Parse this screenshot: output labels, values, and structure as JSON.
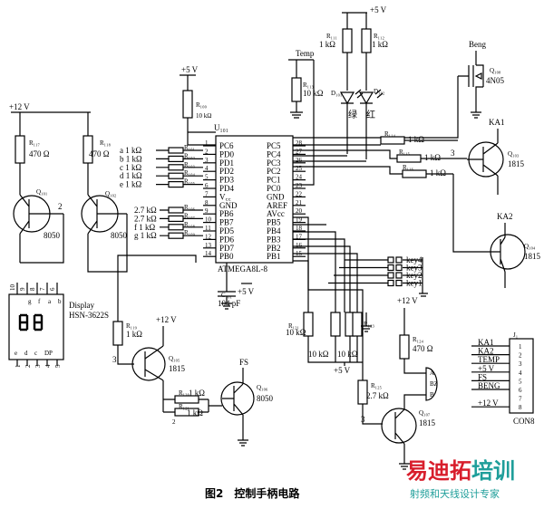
{
  "caption": "图2　控制手柄电路",
  "watermark": {
    "brand_red": "易迪拓",
    "brand_teal": "培训",
    "tagline": "射频和天线设计专家"
  },
  "ic": {
    "ref": "U₁₀₁",
    "name": "ATMEGA8L-8",
    "left_pins": [
      {
        "num": "1",
        "label": "PC6"
      },
      {
        "num": "2",
        "label": "PD0"
      },
      {
        "num": "3",
        "label": "PD1"
      },
      {
        "num": "4",
        "label": "PD2"
      },
      {
        "num": "5",
        "label": "PD3"
      },
      {
        "num": "6",
        "label": "PD4"
      },
      {
        "num": "7",
        "label": "V꜀꜀"
      },
      {
        "num": "8",
        "label": "GND"
      },
      {
        "num": "9",
        "label": "PB6"
      },
      {
        "num": "10",
        "label": "PB7"
      },
      {
        "num": "11",
        "label": "PD5"
      },
      {
        "num": "12",
        "label": "PD6"
      },
      {
        "num": "13",
        "label": "PD7"
      },
      {
        "num": "14",
        "label": "PB0"
      }
    ],
    "right_pins": [
      {
        "num": "28",
        "label": "PC5"
      },
      {
        "num": "27",
        "label": "PC4"
      },
      {
        "num": "26",
        "label": "PC3"
      },
      {
        "num": "25",
        "label": "PC2"
      },
      {
        "num": "24",
        "label": "PC1"
      },
      {
        "num": "23",
        "label": "PC0"
      },
      {
        "num": "22",
        "label": "GND"
      },
      {
        "num": "21",
        "label": "AREF"
      },
      {
        "num": "20",
        "label": "AVcc"
      },
      {
        "num": "19",
        "label": "PB5"
      },
      {
        "num": "18",
        "label": "PB4"
      },
      {
        "num": "17",
        "label": "PB3"
      },
      {
        "num": "16",
        "label": "PB2"
      },
      {
        "num": "15",
        "label": "PB1"
      }
    ]
  },
  "seg_resistors": [
    {
      "label": "a 1 kΩ",
      "ref": "R₁₀₁"
    },
    {
      "label": "b 1 kΩ",
      "ref": "R₁₀₂"
    },
    {
      "label": "c 1 kΩ",
      "ref": "R₁₀₃"
    },
    {
      "label": "d 1 kΩ",
      "ref": "R₁₀₄"
    },
    {
      "label": "e 1 kΩ",
      "ref": "R₁₀₅"
    }
  ],
  "seg_resistors2": [
    {
      "label": "2.7 kΩ",
      "ref": "R₁₀₆"
    },
    {
      "label": "2.7 kΩ",
      "ref": "R₁₀₇"
    },
    {
      "label": "f 1 kΩ",
      "ref": "R₁₀₈"
    },
    {
      "label": "g 1 kΩ",
      "ref": "R₁₀₉"
    }
  ],
  "rails": {
    "plus5": "+5 V",
    "plus12": "+12 V"
  },
  "texts": {
    "r_top1_ref": "R₁₁₁",
    "r_top1_val": "1 kΩ",
    "r_top2_ref": "R₁₁₂",
    "r_top2_val": "1 kΩ",
    "temp": "Temp",
    "r_temp_ref": "R₁₁₃",
    "r_temp_val": "10 kΩ",
    "led1_ref": "D₁₀₁",
    "led2_ref": "D₁₀₂",
    "led1_color": "绿",
    "led2_color": "红",
    "beng": "Beng",
    "q_beng_ref": "Q₁₀₈",
    "q_beng_type": "4N05",
    "ka1": "KA1",
    "ka2": "KA2",
    "r_ka1a_ref": "R₁₁₄",
    "r_ka1a_val": "1 kΩ",
    "r_ka1b_ref": "R₁₁₅",
    "r_ka1b_val": "1 kΩ",
    "r_ka2_ref": "R₁₁₆",
    "r_ka2_val": "1 kΩ",
    "q_ka1_ref": "Q₁₀₃",
    "q_ka1_type": "1815",
    "q_ka2_ref": "Q₁₀₄",
    "q_ka2_type": "1815",
    "r_pu_ref": "R₁₀₀",
    "r_pu_val": "10 kΩ",
    "r_c1_ref": "R₁₁₇",
    "r_c1_val": "470 Ω",
    "r_c2_ref": "R₁₁₈",
    "r_c2_val": "470 Ω",
    "q101_ref": "Q₁₀₁",
    "q102_ref": "Q₁₀₂",
    "q_8050": "8050",
    "display_title": "Display",
    "display_part": "HSN-3622S",
    "seg_top": [
      "10",
      "9",
      "8",
      "7",
      "6"
    ],
    "seg_bot": [
      "1",
      "2",
      "3",
      "4",
      "5"
    ],
    "seg_top_letters": [
      "g",
      "f",
      "a",
      "b"
    ],
    "seg_bot_letters": [
      "e",
      "d",
      "c",
      "DP"
    ],
    "cap_ref": "C₁₀₁",
    "cap_val": "104 pF",
    "r_pd1_ref": "R₁₂₁",
    "r_pd1_val": "10 kΩ",
    "r_pd2_ref": "R₁₂₂",
    "r_pd2_val": "10 kΩ",
    "r_pd3_ref": "R₁₂₃",
    "r_pd3_val": "10 kΩ",
    "keys": [
      "key4",
      "key3",
      "key2",
      "key1"
    ],
    "r_fs_ref": "R₁₁₉",
    "r_fs_val": "1 kΩ",
    "q_fs1_ref": "Q₁₀₅",
    "q_fs1_type": "1815",
    "fs": "FS",
    "r_fsa_ref": "R₁₂₀",
    "r_fsa_val": "1 kΩ",
    "r_fsb_ref": "R₁₂₁",
    "r_fsb_val": "1 kΩ",
    "q_fs2_ref": "Q₁₀₆",
    "q_fs2_type": "8050",
    "r_bz_ref": "R₁₂₄",
    "r_bz_val": "470 Ω",
    "bz": "BZ",
    "bz_a": "A",
    "bz_b": "B",
    "r_bz2_ref": "R₁₂₅",
    "r_bz2_val": "2.7 kΩ",
    "q_bz_ref": "Q₁₀₇",
    "q_bz_type": "1815",
    "num_2": "2",
    "num_3": "3"
  },
  "connector": {
    "ref": "J₁",
    "name": "CON8",
    "signals": [
      "KA1",
      "KA2",
      "TEMP",
      "+5 V",
      "FS",
      "BENG",
      "+12 V"
    ],
    "pins": [
      "1",
      "2",
      "3",
      "4",
      "5",
      "6",
      "7",
      "8"
    ]
  }
}
